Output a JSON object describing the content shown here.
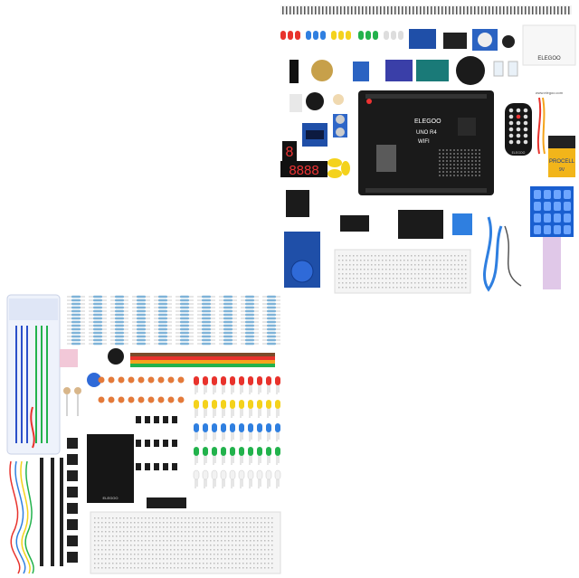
{
  "top_kit": {
    "logo_text": "ELEGOO",
    "website_text": "www.elegoo.com",
    "board_brand": "ELEGOO",
    "board_model": "UNO R4",
    "board_variant": "WIFI",
    "battery_brand": "PROCELL",
    "battery_voltage": "9V",
    "display_digits": "8888",
    "single_digit": "8",
    "remote_label": "ELEGOO"
  },
  "bottom_kit": {
    "power_module_label": "ELEGOO",
    "colors": {
      "red": "#e8322c",
      "yellow": "#f4d21c",
      "blue": "#2f7fe0",
      "green": "#22b24c",
      "white": "#f2f2f2",
      "resistor_body": "#7fb3d8"
    }
  }
}
